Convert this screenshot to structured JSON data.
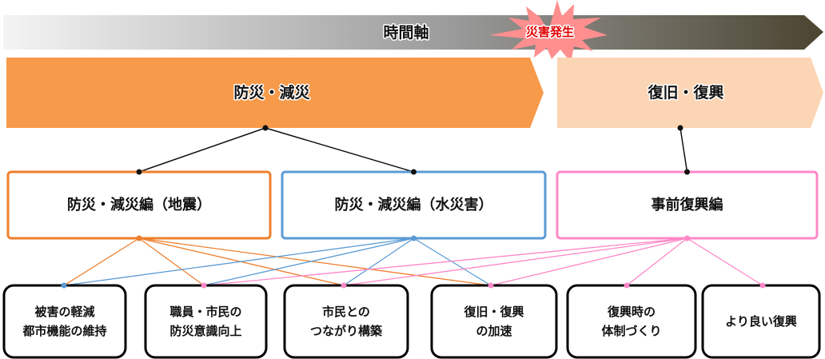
{
  "timeline": {
    "label": "時間軸",
    "event": "災害発生"
  },
  "phases": [
    {
      "label": "防災・減災",
      "color": "#f79a4a"
    },
    {
      "label": "復旧・復興",
      "color": "#fcd5b4"
    }
  ],
  "categories": [
    {
      "label": "防災・減災編（地震）",
      "color": "#ee7f2d"
    },
    {
      "label": "防災・減災編（水災害）",
      "color": "#5b9bd5"
    },
    {
      "label": "事前復興編",
      "color": "#ff88c8"
    }
  ],
  "goals": [
    {
      "lines": [
        "被害の軽減",
        "都市機能の維持"
      ],
      "dot_color": "#5b9bd5"
    },
    {
      "lines": [
        "職員・市民の",
        "防災意識向上"
      ],
      "dot_color": "#ff88c8"
    },
    {
      "lines": [
        "市民との",
        "つながり構築"
      ],
      "dot_color": "#ff88c8"
    },
    {
      "lines": [
        "復旧・復興",
        "の加速"
      ],
      "dot_color": "#ff88c8"
    },
    {
      "lines": [
        "復興時の",
        "体制づくり"
      ],
      "dot_color": "#ff88c8"
    },
    {
      "lines": [
        "より良い復興"
      ],
      "dot_color": "#ff88c8"
    }
  ],
  "links": [
    {
      "from": 0,
      "to": [
        0,
        1,
        2,
        3
      ]
    },
    {
      "from": 1,
      "to": [
        0,
        1,
        2,
        3
      ]
    },
    {
      "from": 2,
      "to": [
        1,
        2,
        3,
        4,
        5
      ]
    }
  ],
  "phase_links": [
    {
      "phase": 0,
      "categories": [
        0,
        1
      ]
    },
    {
      "phase": 1,
      "categories": [
        2
      ]
    }
  ]
}
